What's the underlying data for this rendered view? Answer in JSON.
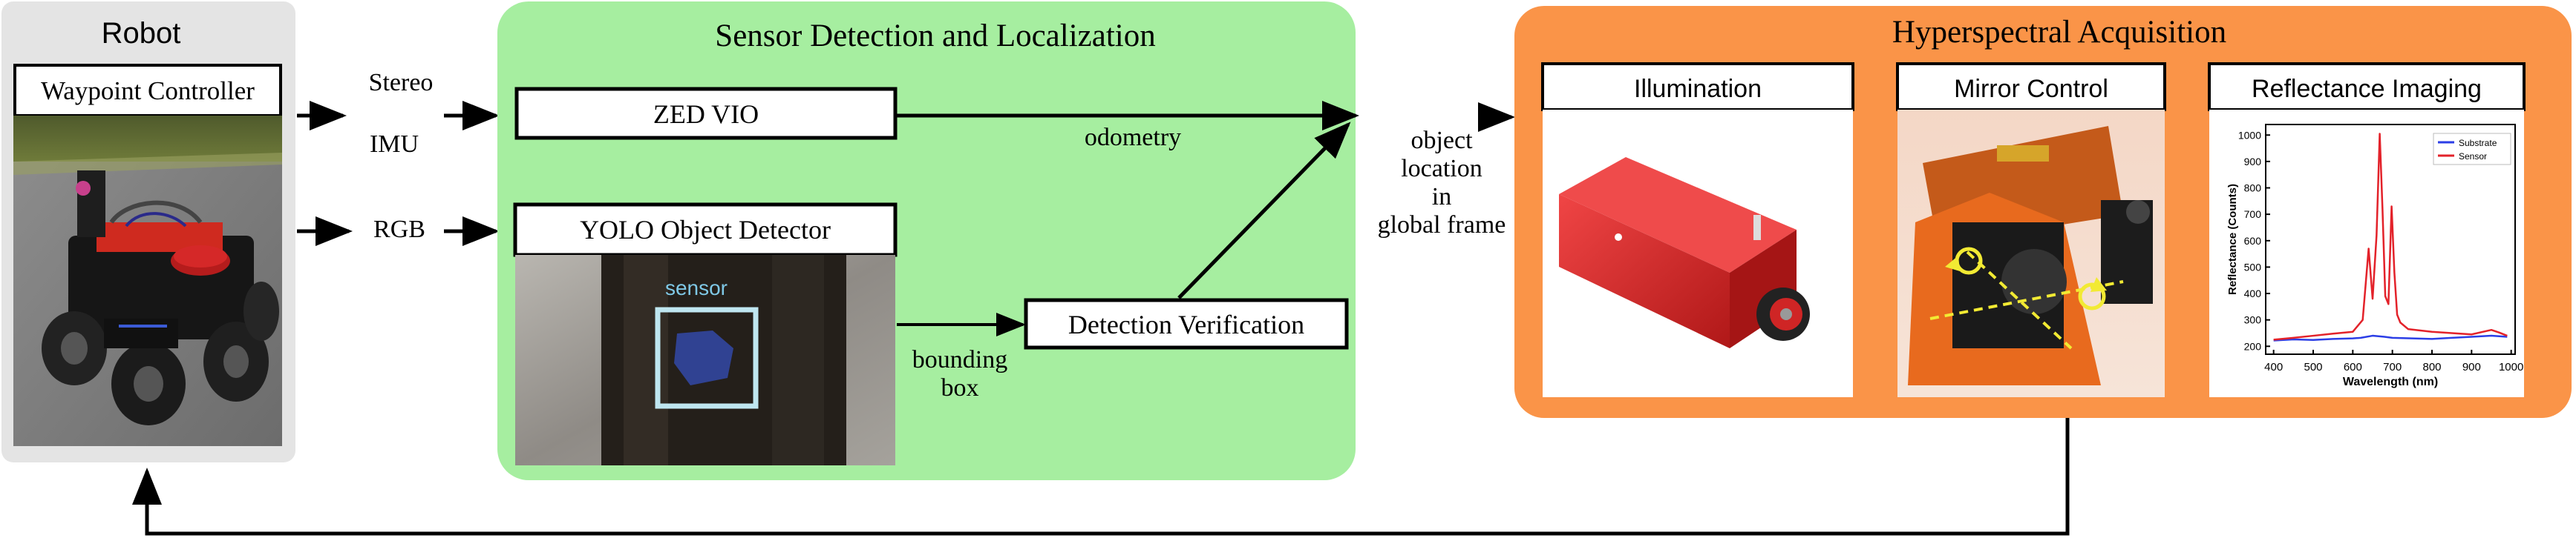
{
  "robot": {
    "title": "Robot",
    "controller_label": "Waypoint Controller"
  },
  "inputs": {
    "stereo": "Stereo",
    "imu": "IMU",
    "rgb": "RGB"
  },
  "sensor_panel": {
    "title": "Sensor Detection and Localization",
    "zed_label": "ZED VIO",
    "yolo_label": "YOLO Object Detector",
    "detection_tag": "sensor",
    "verification_label": "Detection Verification",
    "odometry_label": "odometry",
    "bbox_line1": "bounding",
    "bbox_line2": "box"
  },
  "object_location": {
    "line1": "object",
    "line2": "location",
    "line3": "in",
    "line4": "global frame"
  },
  "hyper_panel": {
    "title": "Hyperspectral Acquisition",
    "illumination_label": "Illumination",
    "mirror_label": "Mirror Control",
    "reflectance_label": "Reflectance Imaging"
  },
  "chart_data": {
    "type": "line",
    "title": "",
    "xlabel": "Wavelength (nm)",
    "ylabel": "Reflectance (Counts)",
    "xlim": [
      380,
      1010
    ],
    "ylim": [
      170,
      1040
    ],
    "xticks": [
      "400",
      "500",
      "600",
      "700",
      "800",
      "900",
      "1000"
    ],
    "yticks": [
      "200",
      "300",
      "400",
      "500",
      "600",
      "700",
      "800",
      "900",
      "1000"
    ],
    "legend_position": "top-right",
    "series": [
      {
        "name": "Substrate",
        "color": "#2b3ee6",
        "x": [
          400,
          450,
          500,
          550,
          600,
          620,
          650,
          680,
          700,
          750,
          800,
          850,
          900,
          950,
          970,
          990
        ],
        "y": [
          222,
          226,
          224,
          228,
          230,
          232,
          240,
          236,
          232,
          230,
          228,
          232,
          236,
          240,
          238,
          236
        ]
      },
      {
        "name": "Sensor",
        "color": "#e3222a",
        "x": [
          400,
          450,
          500,
          550,
          600,
          625,
          640,
          650,
          660,
          668,
          675,
          682,
          690,
          698,
          705,
          712,
          720,
          740,
          800,
          850,
          900,
          950,
          970,
          990
        ],
        "y": [
          225,
          232,
          240,
          248,
          255,
          300,
          570,
          380,
          620,
          1005,
          720,
          390,
          360,
          730,
          480,
          320,
          290,
          265,
          255,
          250,
          245,
          262,
          252,
          240
        ]
      }
    ]
  }
}
